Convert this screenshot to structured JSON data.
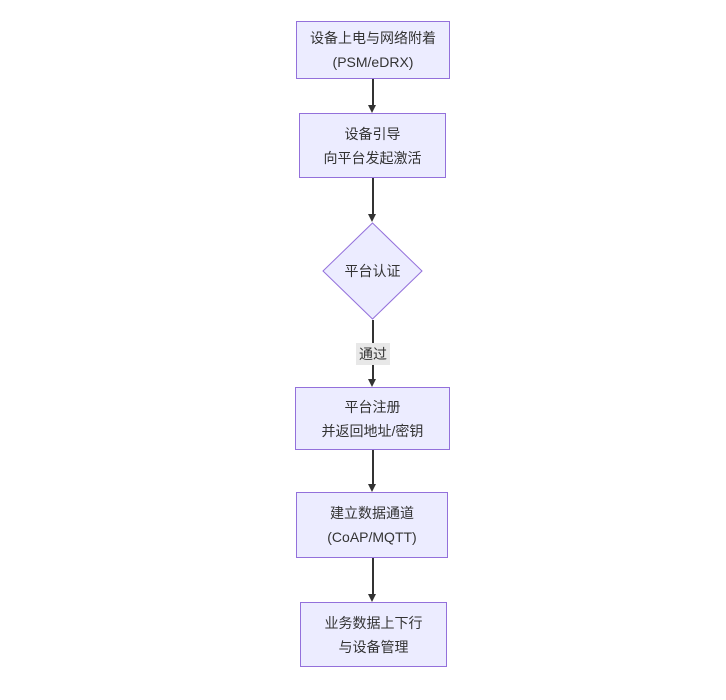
{
  "diagram": {
    "type": "flowchart",
    "direction": "top-down",
    "background": "#ffffff",
    "colors": {
      "node_fill": "#ECECFF",
      "node_border": "#9370DB",
      "edge_line": "#333333",
      "text": "#333333",
      "edge_label_bg": "#e8e8e8"
    },
    "nodes": [
      {
        "id": "power-on",
        "shape": "rect",
        "lines": [
          "设备上电与网络附着",
          "(PSM/eDRX)"
        ]
      },
      {
        "id": "bootstrap",
        "shape": "rect",
        "lines": [
          "设备引导",
          "向平台发起激活"
        ]
      },
      {
        "id": "auth",
        "shape": "diamond",
        "lines": [
          "平台认证"
        ]
      },
      {
        "id": "register",
        "shape": "rect",
        "lines": [
          "平台注册",
          "并返回地址/密钥"
        ]
      },
      {
        "id": "channel",
        "shape": "rect",
        "lines": [
          "建立数据通道",
          "(CoAP/MQTT)"
        ]
      },
      {
        "id": "business",
        "shape": "rect",
        "lines": [
          "业务数据上下行",
          "与设备管理"
        ]
      }
    ],
    "edges": [
      {
        "from": "power-on",
        "to": "bootstrap",
        "label": ""
      },
      {
        "from": "bootstrap",
        "to": "auth",
        "label": ""
      },
      {
        "from": "auth",
        "to": "register",
        "label": "通过"
      },
      {
        "from": "register",
        "to": "channel",
        "label": ""
      },
      {
        "from": "channel",
        "to": "business",
        "label": ""
      }
    ]
  }
}
